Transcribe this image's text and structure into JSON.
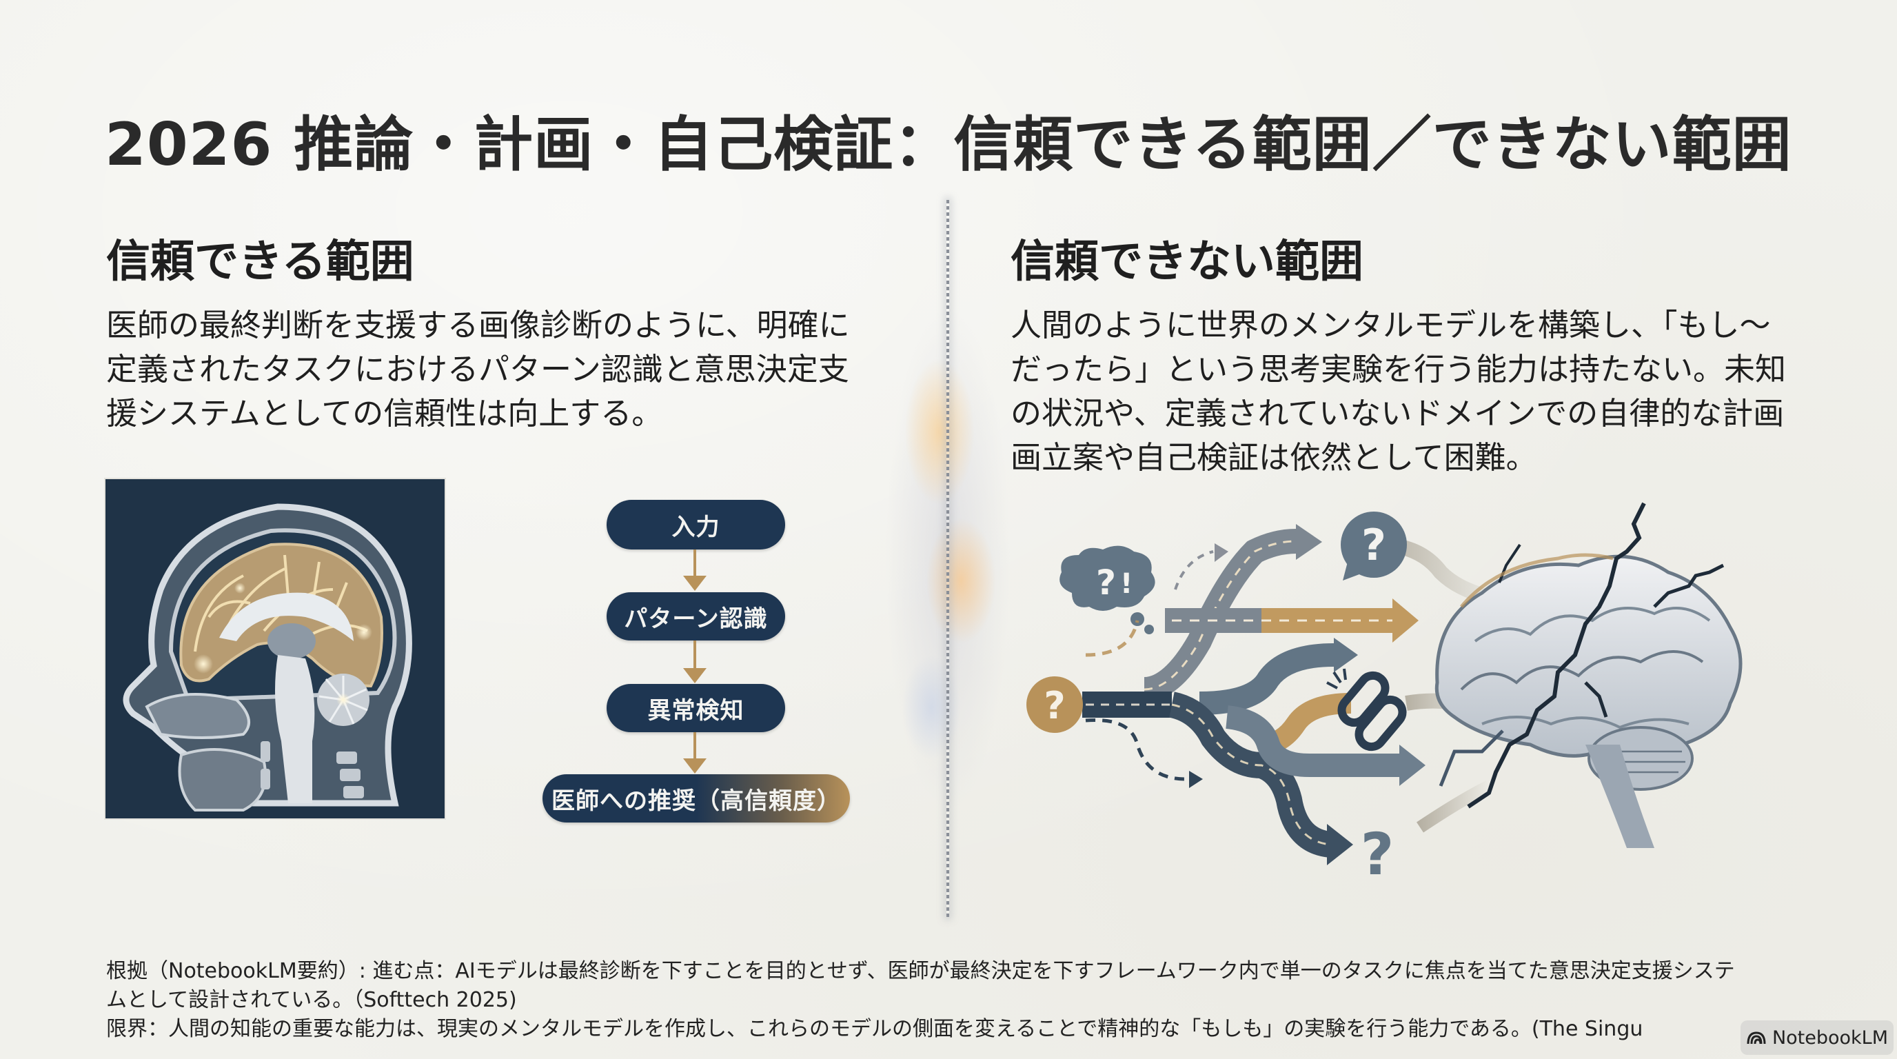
{
  "slide": {
    "title": "2026 推論・計画・自己検証：信頼できる範囲／できない範囲",
    "left": {
      "heading": "信頼できる範囲",
      "body_lines": [
        "医師の最終判断を支援する画像診断のように、明確に",
        "定義されたタスクにおけるパターン認識と意思決定支",
        "援システムとしての信頼性は向上する。"
      ],
      "image": "mri-head-sagittal-illustration",
      "flowchart": {
        "steps": [
          "入力",
          "パターン認識",
          "異常検知",
          "医師への推奨（高信頼度）"
        ]
      }
    },
    "right": {
      "heading": "信頼できない範囲",
      "body_lines": [
        "人間のように世界のメンタルモデルを構築し、「もし～",
        "だったら」という思考実験を行う能力は持たない。未知",
        "の状況や、定義されていないドメインでの自律的な計画",
        "画立案や自己検証は依然として困難。"
      ],
      "image": "branching-paths-to-cracked-brain-illustration"
    },
    "footer": {
      "lines": [
        "根拠（NotebookLM要約）: 進む点：AIモデルは最終診断を下すことを目的とせず、医師が最終決定を下すフレームワーク内で単一のタスクに焦点を当てた意思決定支援システ",
        "ムとして設計されている。（Softtech 2025)",
        "限界：人間の知能の重要な能力は、現実のメンタルモデルを作成し、これらのモデルの側面を変えることで精神的な「もしも」の実験を行う能力である。(The Singu"
      ]
    },
    "badge": {
      "icon": "notebooklm-logo-icon",
      "label": "NotebookLM"
    },
    "colors": {
      "background": "#f1f1ec",
      "text": "#2a2a2a",
      "navy": "#1e3652",
      "gold": "#b8925a",
      "slate": "#627585"
    }
  }
}
